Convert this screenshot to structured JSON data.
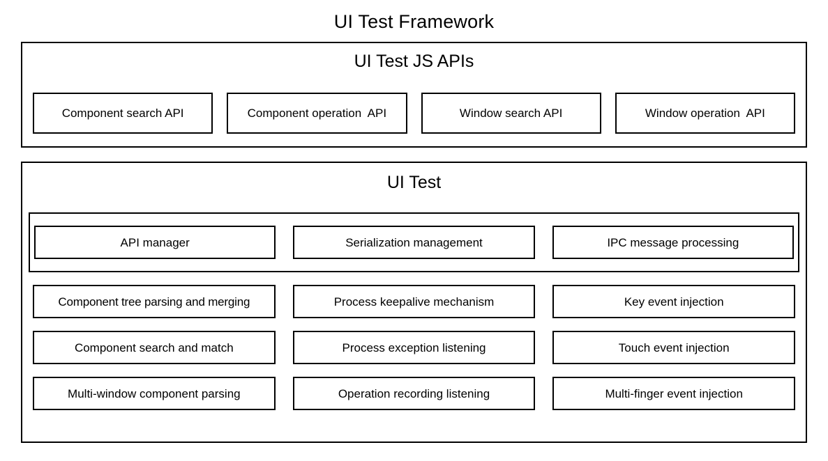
{
  "diagram": {
    "title": "UI Test Framework",
    "layers": [
      {
        "id": "ui-test-js-apis",
        "title": "UI Test JS APIs",
        "boxes": [
          {
            "label": "Component search API"
          },
          {
            "label": "Component operation  API"
          },
          {
            "label": "Window search API"
          },
          {
            "label": "Window operation  API"
          }
        ]
      },
      {
        "id": "ui-test",
        "title": "UI Test",
        "group": {
          "id": "core-services-group",
          "cells": [
            {
              "label": "API manager"
            },
            {
              "label": "Serialization management"
            },
            {
              "label": "IPC message processing"
            }
          ]
        },
        "rows": [
          {
            "cells": [
              {
                "label": "Component tree parsing and merging"
              },
              {
                "label": "Process keepalive mechanism"
              },
              {
                "label": "Key event injection"
              }
            ]
          },
          {
            "cells": [
              {
                "label": "Component search and match"
              },
              {
                "label": "Process exception listening"
              },
              {
                "label": "Touch event injection"
              }
            ]
          },
          {
            "cells": [
              {
                "label": "Multi-window component parsing"
              },
              {
                "label": "Operation recording listening"
              },
              {
                "label": "Multi-finger event injection"
              }
            ]
          }
        ]
      }
    ]
  },
  "colors": {
    "stroke": "#000000",
    "background": "#ffffff",
    "text": "#000000"
  }
}
